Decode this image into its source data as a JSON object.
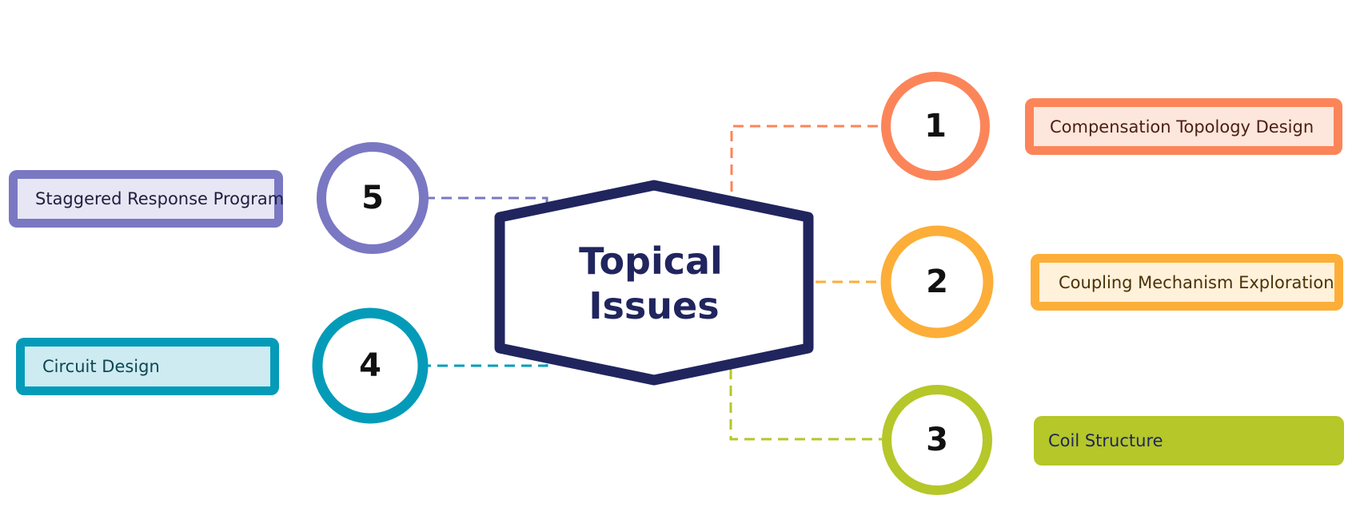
{
  "center": {
    "line1": "Topical",
    "line2": "Issues",
    "color": "#20255e"
  },
  "topics": [
    {
      "number": "1",
      "label": "Compensation Topology Design",
      "color": "#fb8559",
      "fill": "#fde6dc",
      "text_color": "#4a1f12"
    },
    {
      "number": "2",
      "label": "Coupling Mechanism Exploration",
      "color": "#fcae38",
      "fill": "#fff1da",
      "text_color": "#4a3208"
    },
    {
      "number": "3",
      "label": "Coil Structure",
      "color": "#b5c729",
      "fill": "#b5c729",
      "text_color": "#20255e"
    },
    {
      "number": "4",
      "label": "Circuit Design",
      "color": "#049bb9",
      "fill": "#cdebf1",
      "text_color": "#0d4652"
    },
    {
      "number": "5",
      "label": "Staggered Response Program",
      "color": "#7a78c2",
      "fill": "#e7e6f4",
      "text_color": "#1f1f3e"
    }
  ]
}
